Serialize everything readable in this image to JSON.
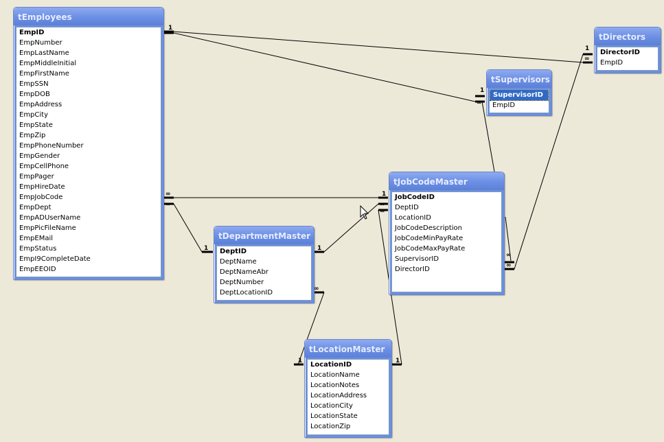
{
  "diagram": {
    "tables": [
      {
        "id": "employees",
        "name": "tEmployees",
        "fields": [
          "EmpID",
          "EmpNumber",
          "EmpLastName",
          "EmpMiddleInitial",
          "EmpFirstName",
          "EmpSSN",
          "EmpDOB",
          "EmpAddress",
          "EmpCity",
          "EmpState",
          "EmpZip",
          "EmpPhoneNumber",
          "EmpGender",
          "EmpCellPhone",
          "EmpPager",
          "EmpHireDate",
          "EmpJobCode",
          "EmpDept",
          "EmpADUserName",
          "EmpPicFileName",
          "EmpEMail",
          "EmpStatus",
          "EmpI9CompleteDate",
          "EmpEEOID"
        ],
        "primary_key": "EmpID"
      },
      {
        "id": "directors",
        "name": "tDirectors",
        "fields": [
          "DirectorID",
          "EmpID"
        ],
        "primary_key": "DirectorID"
      },
      {
        "id": "supervisors",
        "name": "tSupervisors",
        "fields": [
          "SupervisorID",
          "EmpID"
        ],
        "primary_key": "SupervisorID",
        "selected_field": "SupervisorID"
      },
      {
        "id": "jobcodemaster",
        "name": "tJobCodeMaster",
        "fields": [
          "JobCodeID",
          "DeptID",
          "LocationID",
          "JobCodeDescription",
          "JobCodeMinPayRate",
          "JobCodeMaxPayRate",
          "SupervisorID",
          "DirectorID"
        ],
        "primary_key": "JobCodeID"
      },
      {
        "id": "departmentmaster",
        "name": "tDepartmentMaster",
        "fields": [
          "DeptID",
          "DeptName",
          "DeptNameAbr",
          "DeptNumber",
          "DeptLocationID"
        ],
        "primary_key": "DeptID"
      },
      {
        "id": "locationmaster",
        "name": "tLocationMaster",
        "fields": [
          "LocationID",
          "LocationName",
          "LocationNotes",
          "LocationAddress",
          "LocationCity",
          "LocationState",
          "LocationZip"
        ],
        "primary_key": "LocationID"
      }
    ],
    "relationships": [
      {
        "from": "tEmployees.EmpID",
        "to": "tDirectors.EmpID",
        "from_card": "1",
        "to_card": "∞"
      },
      {
        "from": "tEmployees.EmpID",
        "to": "tSupervisors.EmpID",
        "from_card": "1",
        "to_card": "∞"
      },
      {
        "from": "tJobCodeMaster.JobCodeID",
        "to": "tEmployees.EmpJobCode",
        "from_card": "1",
        "to_card": "∞"
      },
      {
        "from": "tDepartmentMaster.DeptID",
        "to": "tEmployees.EmpDept",
        "from_card": "1",
        "to_card": "∞"
      },
      {
        "from": "tDepartmentMaster.DeptID",
        "to": "tJobCodeMaster.DeptID",
        "from_card": "1",
        "to_card": "∞"
      },
      {
        "from": "tSupervisors.SupervisorID",
        "to": "tJobCodeMaster.SupervisorID",
        "from_card": "1",
        "to_card": "∞"
      },
      {
        "from": "tDirectors.DirectorID",
        "to": "tJobCodeMaster.DirectorID",
        "from_card": "1",
        "to_card": "∞"
      },
      {
        "from": "tLocationMaster.LocationID",
        "to": "tDepartmentMaster.DeptLocationID",
        "from_card": "1",
        "to_card": "∞"
      },
      {
        "from": "tLocationMaster.LocationID",
        "to": "tJobCodeMaster.LocationID",
        "from_card": "1",
        "to_card": "∞"
      }
    ],
    "colors": {
      "background": "#ece9d8",
      "title_bar": "#6b8fe3",
      "title_text": "#e6ecff",
      "field_bg": "#ffffff",
      "selection": "#316ac5",
      "line": "#000000"
    }
  }
}
